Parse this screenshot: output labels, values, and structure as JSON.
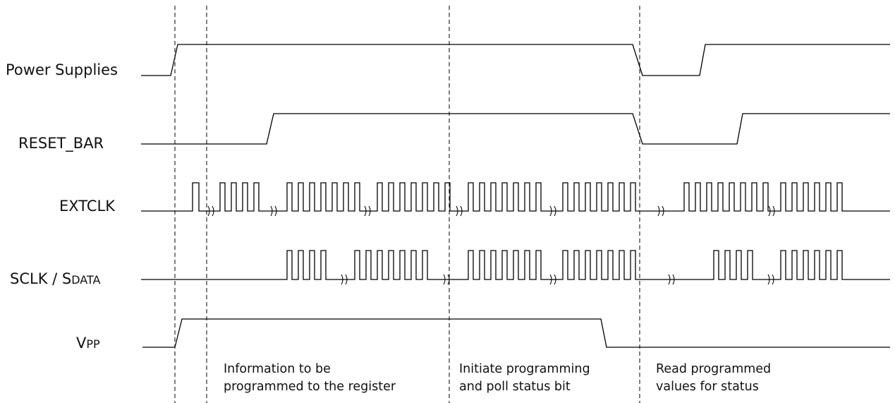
{
  "signals": {
    "power_supplies": "Power Supplies",
    "reset_bar": "RESET_BAR",
    "extclk": "EXTCLK",
    "sclk": "SCLK",
    "sdata_slash": " / ",
    "sdata_first": "S",
    "sdata_rest": "DATA",
    "vpp_first": "V",
    "vpp_rest": "PP"
  },
  "phases": [
    {
      "line1": "Information to be",
      "line2": "programmed to the register"
    },
    {
      "line1": "Initiate programming",
      "line2": "and poll status bit"
    },
    {
      "line1": "Read programmed",
      "line2": "values for status"
    }
  ]
}
